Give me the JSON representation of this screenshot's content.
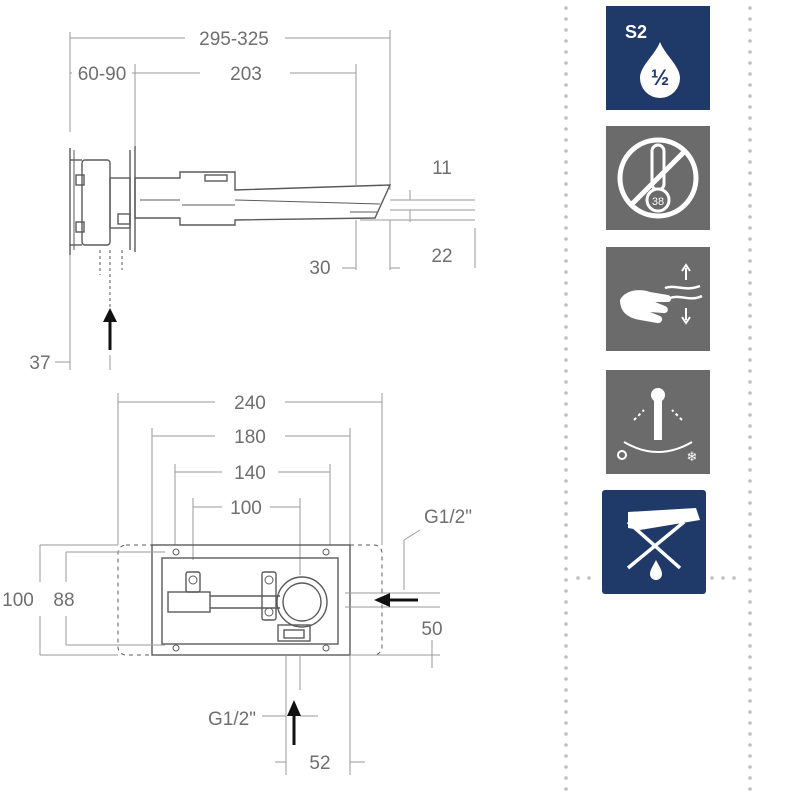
{
  "side_view": {
    "dims": {
      "overall": "295-325",
      "wall_depth": "60-90",
      "spout_length": "203",
      "spout_thickness": "11",
      "spout_tip_height": "22",
      "spout_offset": "30",
      "inlet_offset": "37"
    }
  },
  "front_view": {
    "dims": {
      "width_outer": "240",
      "width_frame": "180",
      "width_holes": "140",
      "width_inner": "100",
      "height_outer": "100",
      "height_inner": "88",
      "inlet_right_label": "G1/2\"",
      "inlet_right_height": "50",
      "inlet_bottom_label": "G1/2\"",
      "inlet_bottom_offset": "52"
    }
  },
  "icons": [
    {
      "name": "s2-water-flow-icon",
      "label_top": "S2",
      "label_fraction": "½",
      "bg": "#1f3a68"
    },
    {
      "name": "no-thermostat-icon",
      "label": "38",
      "bg": "#6b6b6b"
    },
    {
      "name": "hands-wave-flow-icon",
      "bg": "#6b6b6b"
    },
    {
      "name": "hot-cold-lever-icon",
      "bg": "#6b6b6b"
    },
    {
      "name": "no-shower-diverter-icon",
      "bg": "#1f3a68"
    }
  ]
}
